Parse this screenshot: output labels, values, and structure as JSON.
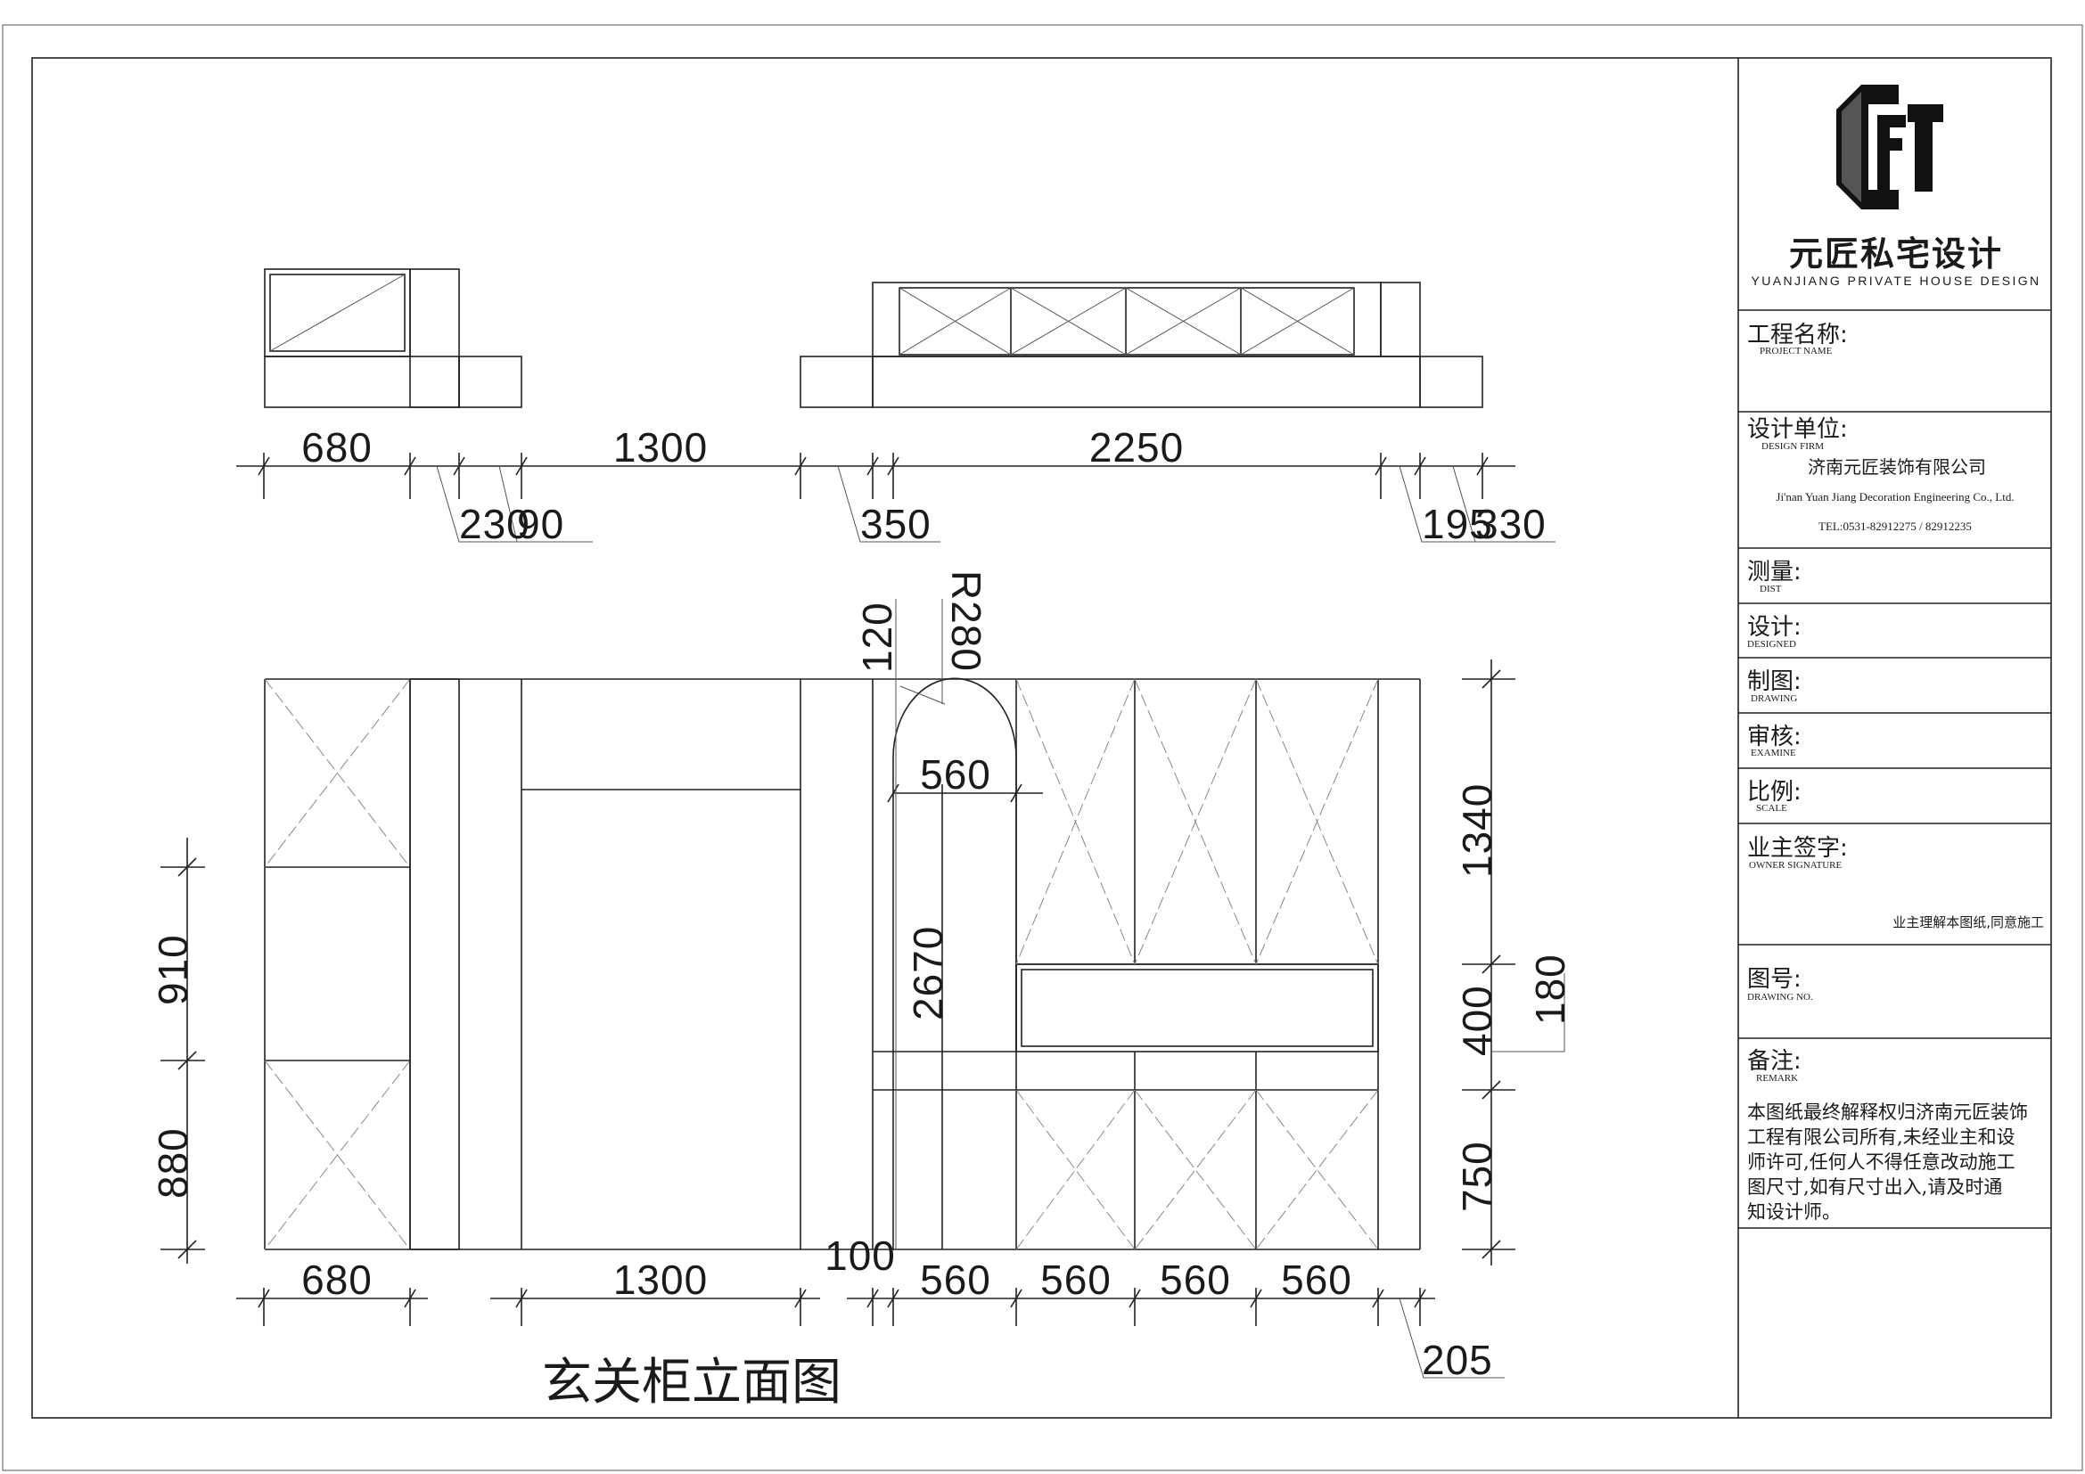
{
  "drawing": {
    "title": "玄关柜立面图",
    "plan_dims_top": {
      "d680": "680",
      "d1300": "1300",
      "d2250": "2250",
      "d230": "230",
      "d90": "90",
      "d350": "350",
      "d195": "195",
      "d330": "330"
    },
    "elev_dims": {
      "d120": "120",
      "r280": "R280",
      "d560_arch": "560",
      "d2670": "2670",
      "d910": "910",
      "d880": "880",
      "d1340": "1340",
      "d400": "400",
      "d180": "180",
      "d750": "750",
      "d100": "100"
    },
    "bottom_dims": {
      "d680": "680",
      "d1300": "1300",
      "d560a": "560",
      "d560b": "560",
      "d560c": "560",
      "d560d": "560",
      "d205": "205"
    }
  },
  "title_block": {
    "brand_cn": "元匠私宅设计",
    "brand_en": "YUANJIANG PRIVATE HOUSE DESIGN",
    "project_name_cn": "工程名称:",
    "project_name_en": "PROJECT NAME",
    "design_firm_cn": "设计单位:",
    "design_firm_en": "DESIGN FIRM",
    "firm_name": "济南元匠装饰有限公司",
    "firm_name_en": "Ji'nan Yuan Jiang Decoration Engineering Co., Ltd.",
    "tel": "TEL:0531-82912275 / 82912235",
    "dist_cn": "测量:",
    "dist_en": "DIST",
    "designed_cn": "设计:",
    "designed_en": "DESIGNED",
    "drawing_cn": "制图:",
    "drawing_en": "DRAWING",
    "examine_cn": "审核:",
    "examine_en": "EXAMINE",
    "scale_cn": "比例:",
    "scale_en": "SCALE",
    "owner_cn": "业主签字:",
    "owner_en": "OWNER SIGNATURE",
    "owner_note": "业主理解本图纸,同意施工",
    "drawing_no_cn": "图号:",
    "drawing_no_en": "DRAWING NO.",
    "remark_cn": "备注:",
    "remark_en": "REMARK",
    "remark_lines": [
      "本图纸最终解释权归济南元匠装饰",
      "工程有限公司所有,未经业主和设",
      "师许可,任何人不得任意改动施工",
      "图尺寸,如有尺寸出入,请及时通",
      "知设计师。"
    ]
  }
}
